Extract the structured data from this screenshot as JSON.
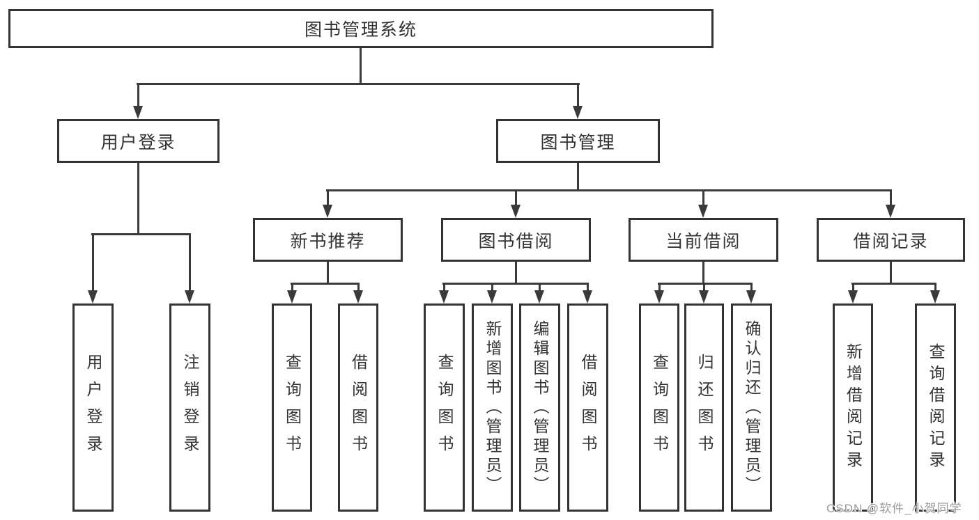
{
  "tree": {
    "root": {
      "label": "图书管理系统"
    },
    "branches": [
      {
        "label": "用户登录",
        "children": [
          {
            "label": "用户登录"
          },
          {
            "label": "注销登录"
          }
        ]
      },
      {
        "label": "图书管理",
        "groups": [
          {
            "label": "新书推荐",
            "children": [
              {
                "label": "查询图书"
              },
              {
                "label": "借阅图书"
              }
            ]
          },
          {
            "label": "图书借阅",
            "children": [
              {
                "label": "查询图书"
              },
              {
                "label": "新增图书（管理员）"
              },
              {
                "label": "编辑图书（管理员）"
              },
              {
                "label": "借阅图书"
              }
            ]
          },
          {
            "label": "当前借阅",
            "children": [
              {
                "label": "查询图书"
              },
              {
                "label": "归还图书"
              },
              {
                "label": "确认归还（管理员）"
              }
            ]
          },
          {
            "label": "借阅记录",
            "children": [
              {
                "label": "新增借阅记录"
              },
              {
                "label": "查询借阅记录"
              }
            ]
          }
        ]
      }
    ]
  },
  "watermark": {
    "text": "CSDN @软件_小贺同学"
  },
  "colors": {
    "line": "#3a3a3a",
    "border": "#333333",
    "text": "#333333",
    "watermark": "#9b9b9b"
  }
}
